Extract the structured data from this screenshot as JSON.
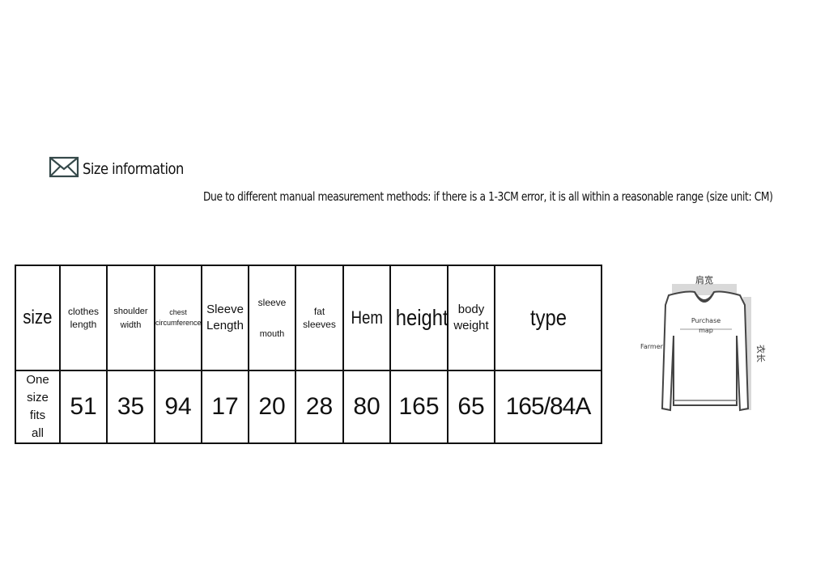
{
  "header": {
    "title": "Size information",
    "icon": "envelope-icon"
  },
  "note": "Due to different manual measurement methods: if there is a 1-3CM error, it is all within a reasonable range (size unit: CM)",
  "table": {
    "headers": {
      "size": "size",
      "clothes_length": [
        "clothes",
        "length"
      ],
      "shoulder_width": [
        "shoulder",
        "width"
      ],
      "chest": [
        "chest",
        "circumference"
      ],
      "sleeve_length": [
        "Sleeve",
        "Length"
      ],
      "sleeve_mouth": [
        "sleeve",
        "mouth"
      ],
      "fat_sleeves": [
        "fat",
        "sleeves"
      ],
      "hem": "Hem",
      "height": "height",
      "body_weight": [
        "body",
        "weight"
      ],
      "type": "type"
    },
    "row": {
      "size": [
        "One",
        "size",
        "fits",
        "all"
      ],
      "clothes_length": "51",
      "shoulder_width": "35",
      "chest": "94",
      "sleeve_length": "17",
      "sleeve_mouth": "20",
      "fat_sleeves": "28",
      "hem": "80",
      "height": "165",
      "body_weight": "65",
      "type": "165/84A"
    }
  },
  "figure": {
    "top_label": "肩宽",
    "right_label": "衣长",
    "left_label": "Farmer",
    "center_label": [
      "Purchase",
      "map"
    ]
  }
}
